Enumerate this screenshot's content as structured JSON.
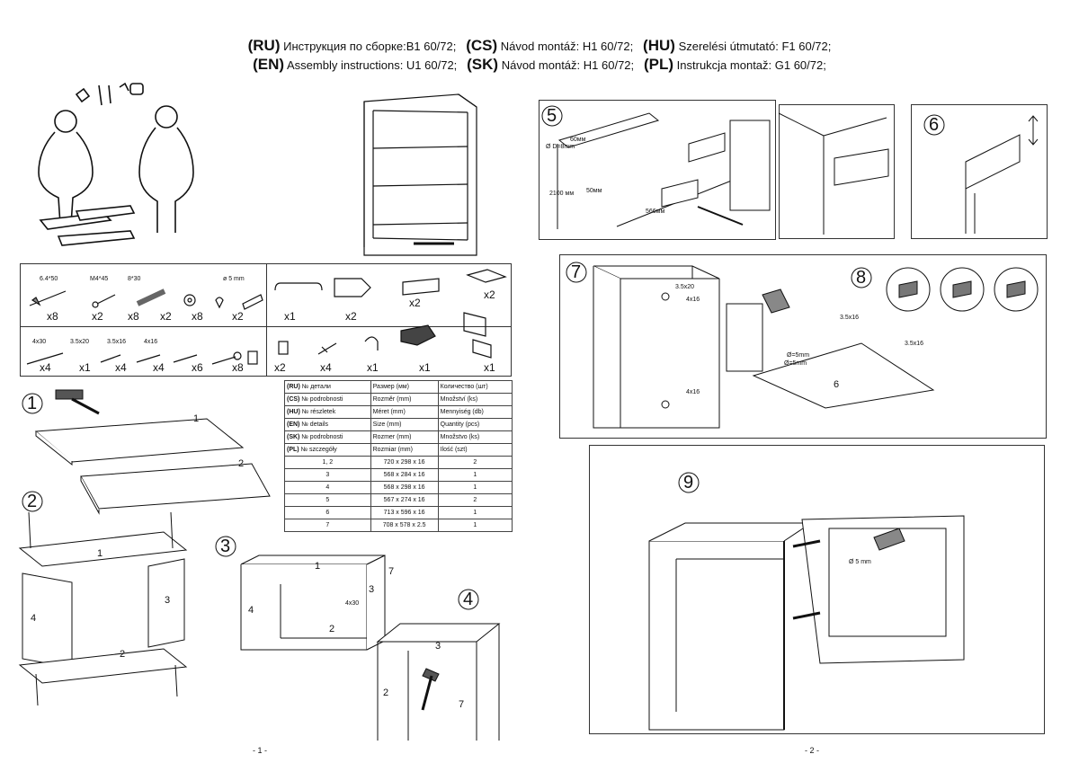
{
  "header": {
    "line1": [
      {
        "code": "(RU)",
        "text": "Инструкция по сборке:B1 60/72;"
      },
      {
        "code": "(CS)",
        "text": "Návod montáž: H1 60/72;"
      },
      {
        "code": "(HU)",
        "text": "Szerelési útmutató: F1 60/72;"
      }
    ],
    "line2": [
      {
        "code": "(EN)",
        "text": "Assembly instructions: U1 60/72;"
      },
      {
        "code": "(SK)",
        "text": "Návod montáž: H1 60/72;"
      },
      {
        "code": "(PL)",
        "text": "Instrukcja montaž: G1 60/72;"
      }
    ]
  },
  "hardware_top": [
    {
      "label": "6.4*50",
      "qty": "x8"
    },
    {
      "label": "M4*45",
      "qty": "x2"
    },
    {
      "label": "8*30",
      "qty": "x8"
    },
    {
      "label": "",
      "qty": "x2"
    },
    {
      "label": "",
      "qty": "x8"
    },
    {
      "label": "ø 5 mm",
      "qty": "x2"
    }
  ],
  "hardware_bottom": [
    {
      "label": "4x30",
      "qty": "x4"
    },
    {
      "label": "3.5x20",
      "qty": "x1"
    },
    {
      "label": "3.5x16",
      "qty": "x4"
    },
    {
      "label": "4x16",
      "qty": "x4"
    },
    {
      "label": "",
      "qty": "x6"
    },
    {
      "label": "",
      "qty": "x8"
    }
  ],
  "hardware_right_top": [
    {
      "qty": "x1"
    },
    {
      "qty": "x2"
    },
    {
      "qty": "x2"
    },
    {
      "qty": "x2"
    }
  ],
  "hardware_right_bottom": [
    {
      "qty": "x2"
    },
    {
      "qty": "x4"
    },
    {
      "qty": "x1"
    },
    {
      "qty": "x1"
    },
    {
      "qty": "x1"
    }
  ],
  "spec_table": {
    "header_rows": [
      {
        "code": "(RU)",
        "part": "№ детали",
        "size": "Размер  (мм)",
        "qty": "Количество (шт)"
      },
      {
        "code": "(CS)",
        "part": "№ podrobnosti",
        "size": "Rozměr (mm)",
        "qty": "Množství (ks)"
      },
      {
        "code": "(HU)",
        "part": "№ részletek",
        "size": "Méret (mm)",
        "qty": "Mennyiség (db)"
      },
      {
        "code": "(EN)",
        "part": "№ details",
        "size": "Size (mm)",
        "qty": "Quantity  (pcs)"
      },
      {
        "code": "(SK)",
        "part": "№ podrobnosti",
        "size": "Rozmer (mm)",
        "qty": "Množstvo (ks)"
      },
      {
        "code": "(PL)",
        "part": "№ szczegóły",
        "size": "Rozmiar (mm)",
        "qty": "Ilość (szt)"
      }
    ],
    "rows": [
      {
        "part": "1, 2",
        "size": "720 x 298 x 16",
        "qty": "2"
      },
      {
        "part": "3",
        "size": "568 x 284 x 16",
        "qty": "1"
      },
      {
        "part": "4",
        "size": "568 x 298 x 16",
        "qty": "1"
      },
      {
        "part": "5",
        "size": "567 x 274 x 16",
        "qty": "2"
      },
      {
        "part": "6",
        "size": "713 x 596 x 16",
        "qty": "1"
      },
      {
        "part": "7",
        "size": "708 x 578 x 2.5",
        "qty": "1"
      }
    ]
  },
  "steps": {
    "s1": "1",
    "s2": "2",
    "s3": "3",
    "s4": "4",
    "s5": "5",
    "s6": "6",
    "s7": "7",
    "s8": "8",
    "s9": "9"
  },
  "part_labels": {
    "p1a": "1",
    "p2a": "2",
    "s2_1": "1",
    "s2_2": "2",
    "s2_3": "3",
    "s2_4": "4",
    "s3_1": "1",
    "s3_2": "2",
    "s3_3": "3",
    "s3_4": "4",
    "s3_7": "7",
    "s3_screw": "4x30",
    "s4_2": "2",
    "s4_3": "3",
    "s4_7": "7",
    "s7_6": "6"
  },
  "step5": {
    "d8": "Ø D=8mm",
    "m60": "60мм",
    "m50": "50мм",
    "height": "2100 мм",
    "width": "566мм"
  },
  "step7": {
    "screw1": "3.5x20",
    "screw2": "4x16",
    "screw3": "4x16",
    "screw4": "3.5x16",
    "screw5": "3.5x16",
    "d5a": "Ø=5mm",
    "d5b": "Ø=5mm"
  },
  "step9": {
    "drill": "Ø 5 mm"
  },
  "pages": {
    "left": "- 1 -",
    "right": "- 2 -"
  }
}
